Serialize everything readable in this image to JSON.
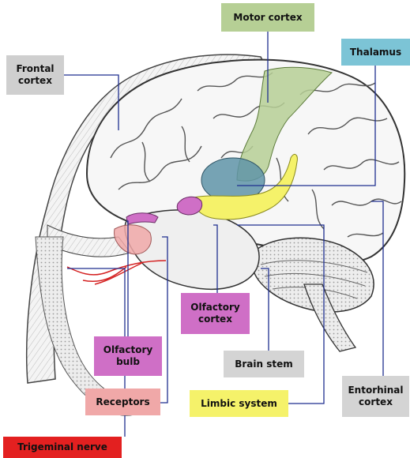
{
  "labels": {
    "motor_cortex": "Motor cortex",
    "thalamus": "Thalamus",
    "frontal_cortex_line1": "Frontal",
    "frontal_cortex_line2": "cortex",
    "olfactory_cortex_line1": "Olfactory",
    "olfactory_cortex_line2": "cortex",
    "olfactory_bulb_line1": "Olfactory",
    "olfactory_bulb_line2": "bulb",
    "brain_stem": "Brain stem",
    "entorhinal_cortex_line1": "Entorhinal",
    "entorhinal_cortex_line2": "cortex",
    "receptors": "Receptors",
    "limbic_system": "Limbic system",
    "trigeminal_nerve": "Trigeminal nerve"
  },
  "colors": {
    "motor_cortex": "#b6cf95",
    "thalamus": "#7cc4d6",
    "olfactory": "#cf6fc6",
    "limbic": "#f5f26a",
    "receptors": "#f0a8a8",
    "trigeminal": "#e32020",
    "neutral": "#cfcfcf",
    "leader_line": "#1f2f8f"
  }
}
